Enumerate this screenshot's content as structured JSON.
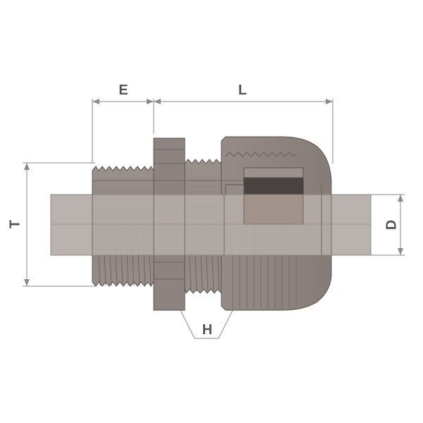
{
  "labels": {
    "E": "E",
    "L": "L",
    "T": "T",
    "D": "D",
    "H": "H"
  },
  "colors": {
    "body": "#8f8581",
    "body_light": "#a59b97",
    "cable": "#b3aba7",
    "seal": "#4a4240",
    "outline": "#5a524f",
    "dim_line": "#8a8a8a",
    "label": "#555555"
  }
}
